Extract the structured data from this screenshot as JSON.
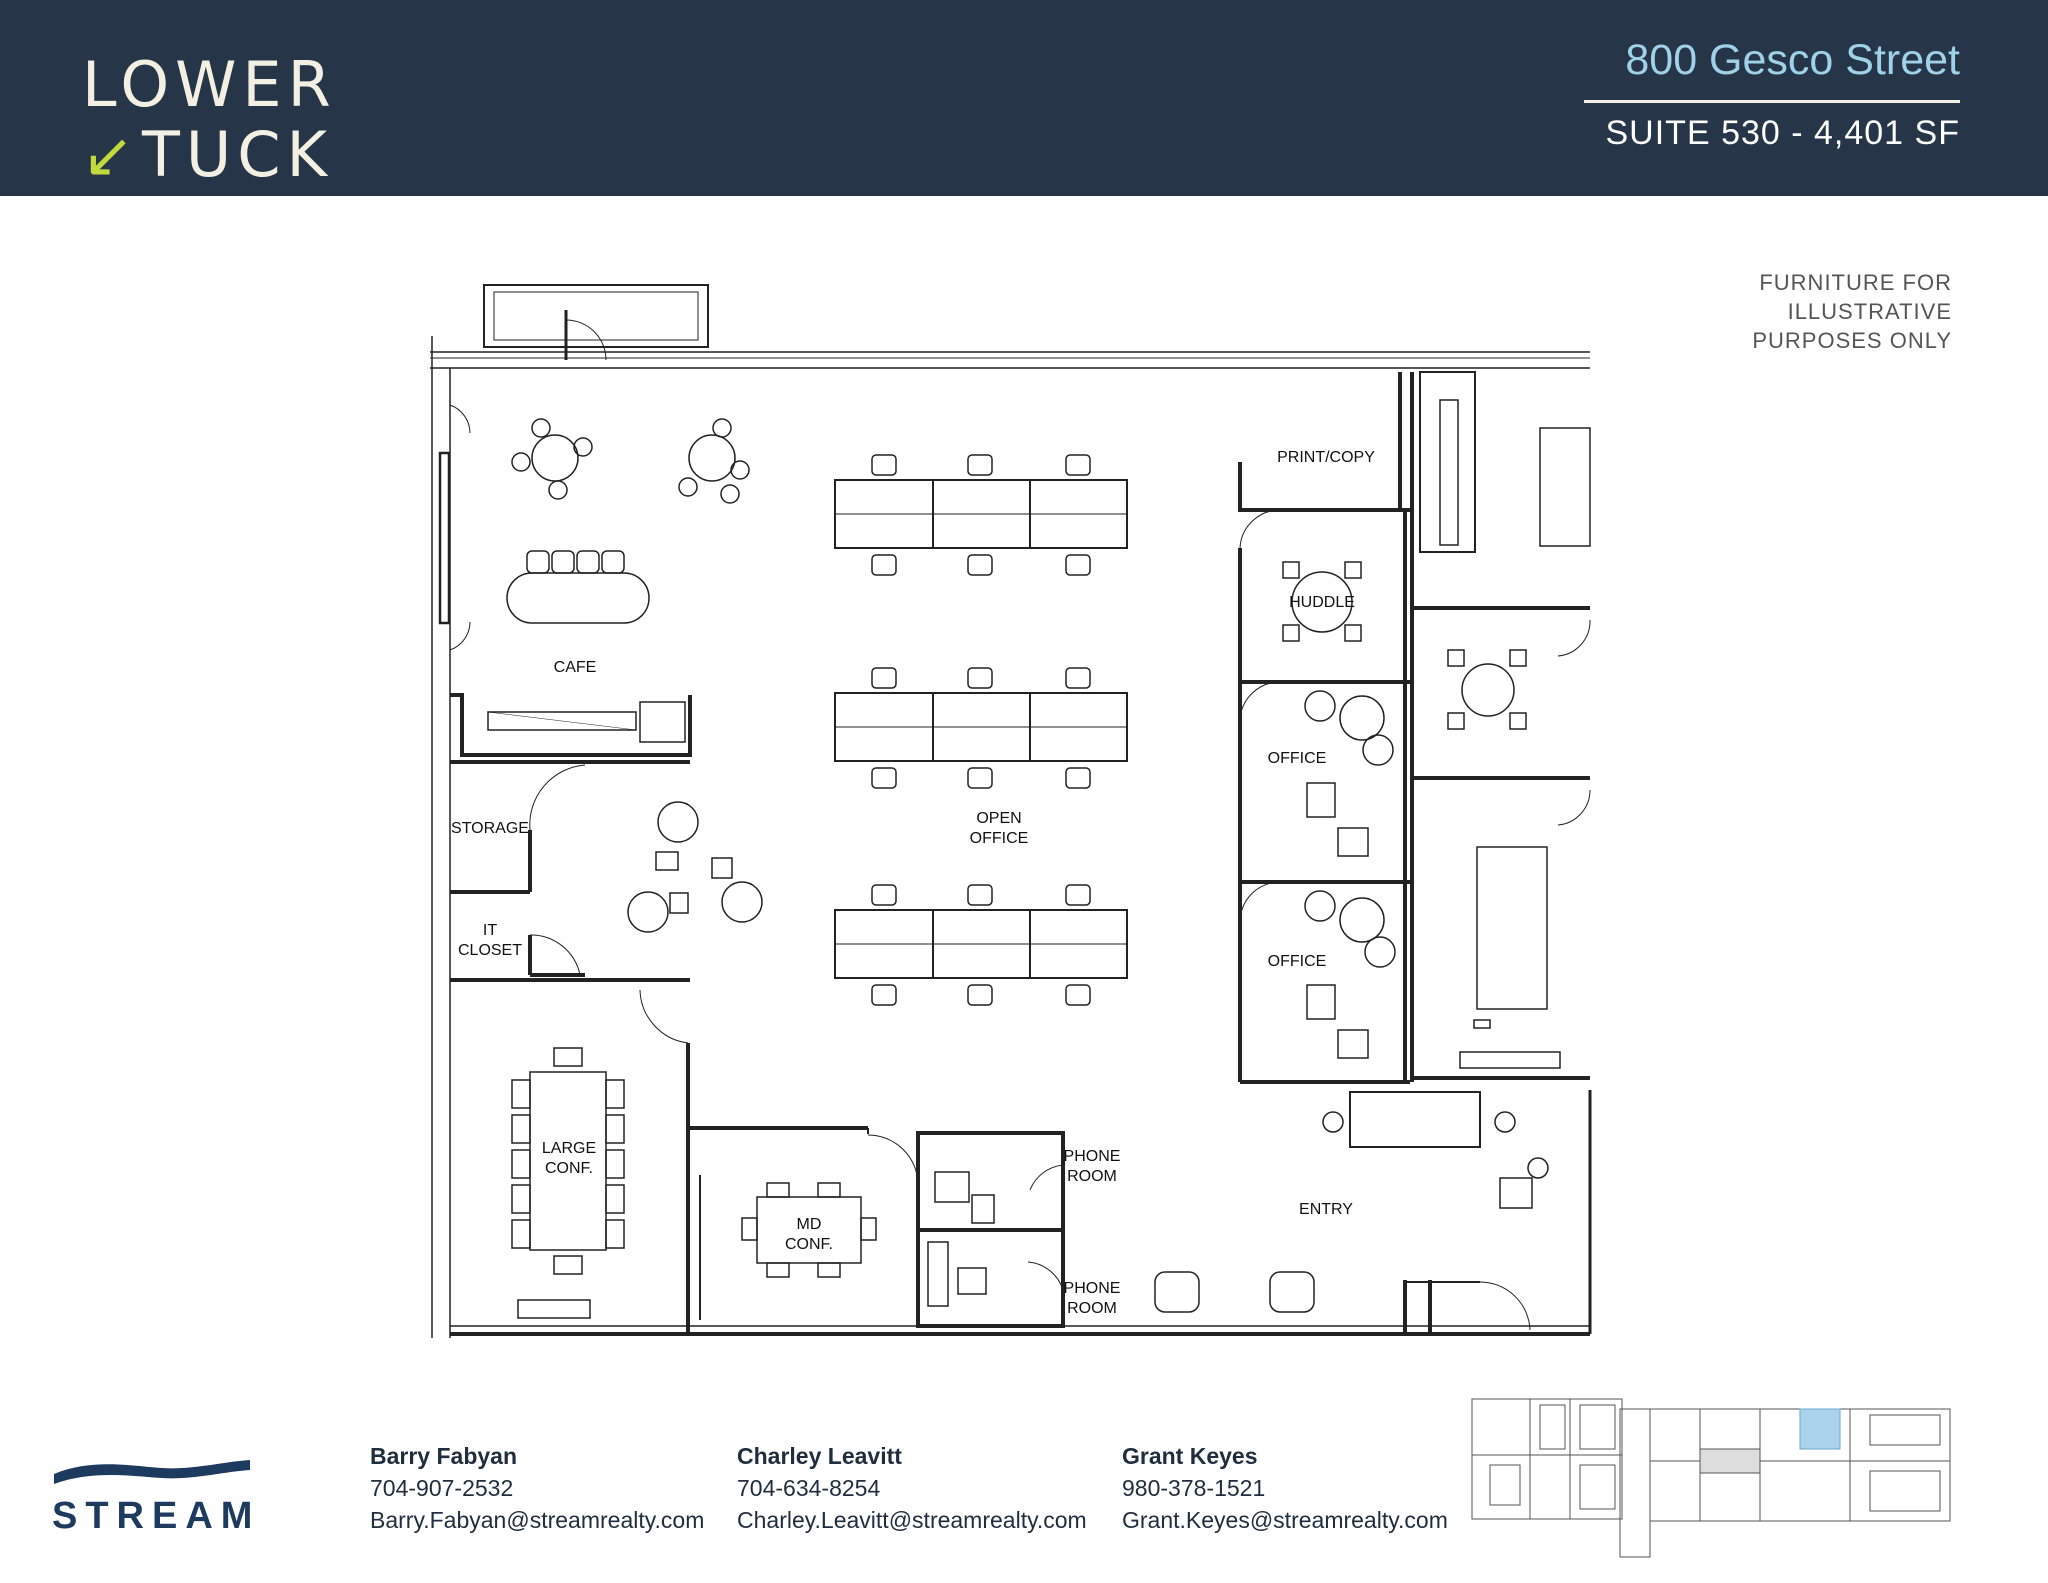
{
  "header": {
    "logo_line1": "LOWER",
    "logo_arrow": "↙",
    "logo_line2": "TUCK",
    "address": "800 Gesco Street",
    "suite": "SUITE 530 - 4,401 SF"
  },
  "disclaimer": [
    "FURNITURE FOR",
    "ILLUSTRATIVE",
    "PURPOSES ONLY"
  ],
  "rooms": {
    "print_copy": "PRINT/COPY",
    "huddle": "HUDDLE",
    "cafe": "CAFE",
    "office_1": "OFFICE",
    "office_2": "OFFICE",
    "storage": "STORAGE",
    "open_office_1": "OPEN",
    "open_office_2": "OFFICE",
    "it_closet_1": "IT",
    "it_closet_2": "CLOSET",
    "large_conf_1": "LARGE",
    "large_conf_2": "CONF.",
    "md_conf_1": "MD",
    "md_conf_2": "CONF.",
    "phone_room_1a": "PHONE",
    "phone_room_1b": "ROOM",
    "phone_room_2a": "PHONE",
    "phone_room_2b": "ROOM",
    "entry": "ENTRY"
  },
  "footer": {
    "company": "STREAM",
    "contacts": [
      {
        "name": "Barry Fabyan",
        "phone": "704-907-2532",
        "email": "Barry.Fabyan@streamrealty.com"
      },
      {
        "name": "Charley Leavitt",
        "phone": "704-634-8254",
        "email": "Charley.Leavitt@streamrealty.com"
      },
      {
        "name": "Grant Keyes",
        "phone": "980-378-1521",
        "email": "Grant.Keyes@streamrealty.com"
      }
    ]
  },
  "colors": {
    "header_bg": "#263648",
    "address": "#9fd1e8",
    "logo_accent": "#c3d93b",
    "highlight": "#a9d4ec"
  }
}
